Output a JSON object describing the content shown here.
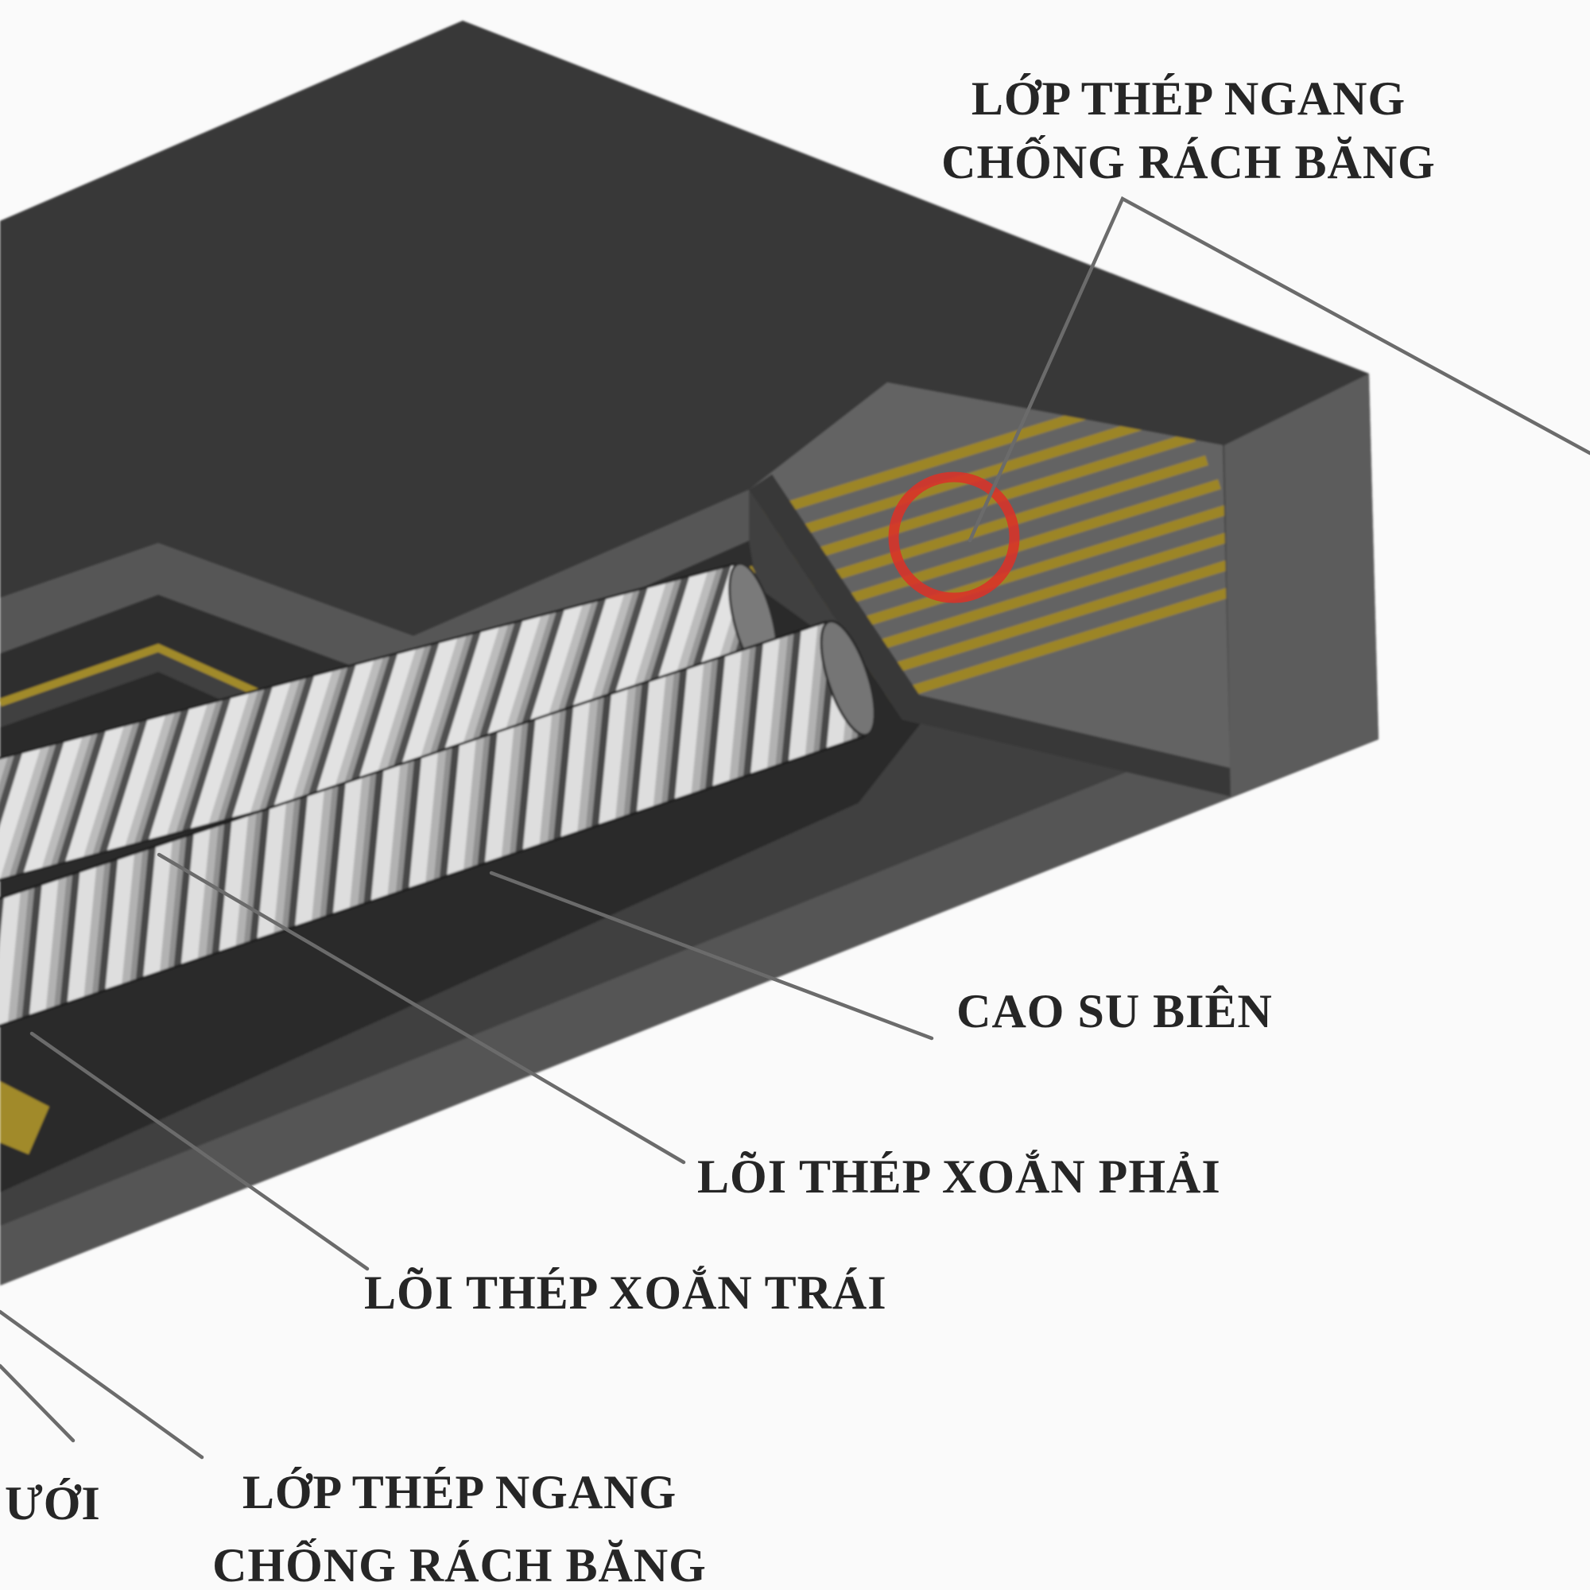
{
  "figure": {
    "labels": {
      "top_right": {
        "line1": "LỚP THÉP NGANG",
        "line2": "CHỐNG RÁCH BĂNG"
      },
      "edge_rubber": {
        "text": "CAO SU BIÊN"
      },
      "right_lay_cord": {
        "text": "LÕI THÉP XOẮN PHẢI"
      },
      "left_lay_cord": {
        "text": "LÕI THÉP XOẮN TRÁI"
      },
      "bottom_left_partial": {
        "text": "ƯỚI"
      },
      "bottom": {
        "line1": "LỚP THÉP NGANG",
        "line2": "CHỐNG RÁCH BĂNG"
      }
    },
    "colors": {
      "background": "#fafafa",
      "belt_top": "#373737",
      "belt_front": "#3f3f3f",
      "belt_side": "#5c5c5c",
      "step_wall": "#575757",
      "steel_layer_gold": "#a18a2b",
      "cable_light": "#e2e2e2",
      "cable_mid": "#989898",
      "cable_dark": "#4f4f4f",
      "highlight_red": "#d93228",
      "leader_line": "#6b6b6b",
      "label_text": "#262626"
    }
  }
}
